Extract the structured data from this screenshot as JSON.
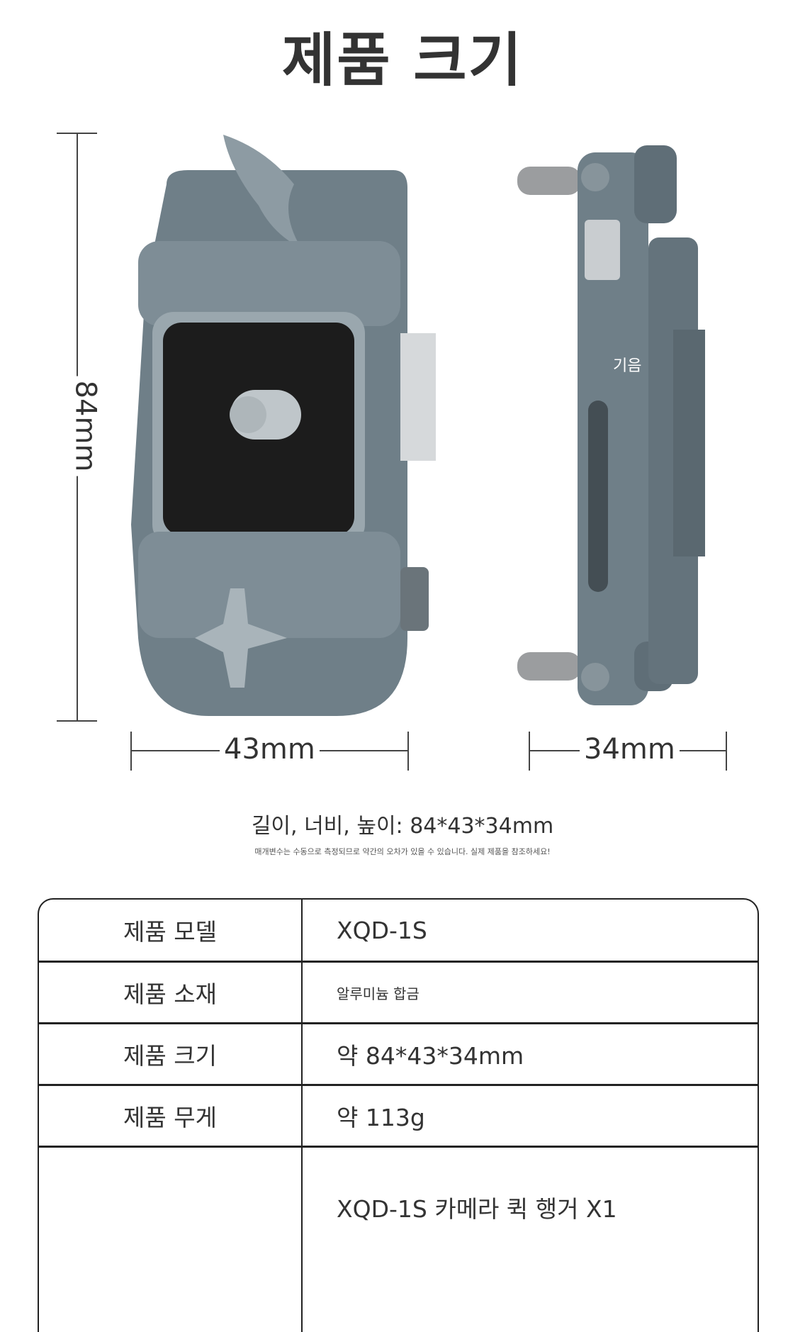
{
  "title": "제품 크기",
  "dimensions": {
    "height": "84mm",
    "width": "43mm",
    "depth": "34mm"
  },
  "side_label": "기음",
  "summary": "길이, 너비, 높이: 84*43*34mm",
  "note": "매개변수는 수동으로 측정되므로 약간의 오차가 있을 수 있습니다. 실제 제품을 참조하세요!",
  "specs": [
    {
      "key": "제품 모델",
      "value": "XQD-1S"
    },
    {
      "key": "제품 소재",
      "value": "알루미늄 합금"
    },
    {
      "key": "제품 크기",
      "value": "약 84*43*34mm"
    },
    {
      "key": "제품 무게",
      "value": "약 113g"
    },
    {
      "key": "",
      "value": "XQD-1S 카메라 퀵 행거 X1"
    }
  ],
  "colors": {
    "metal": "#6f7f88",
    "pad": "#1c1c1c"
  }
}
